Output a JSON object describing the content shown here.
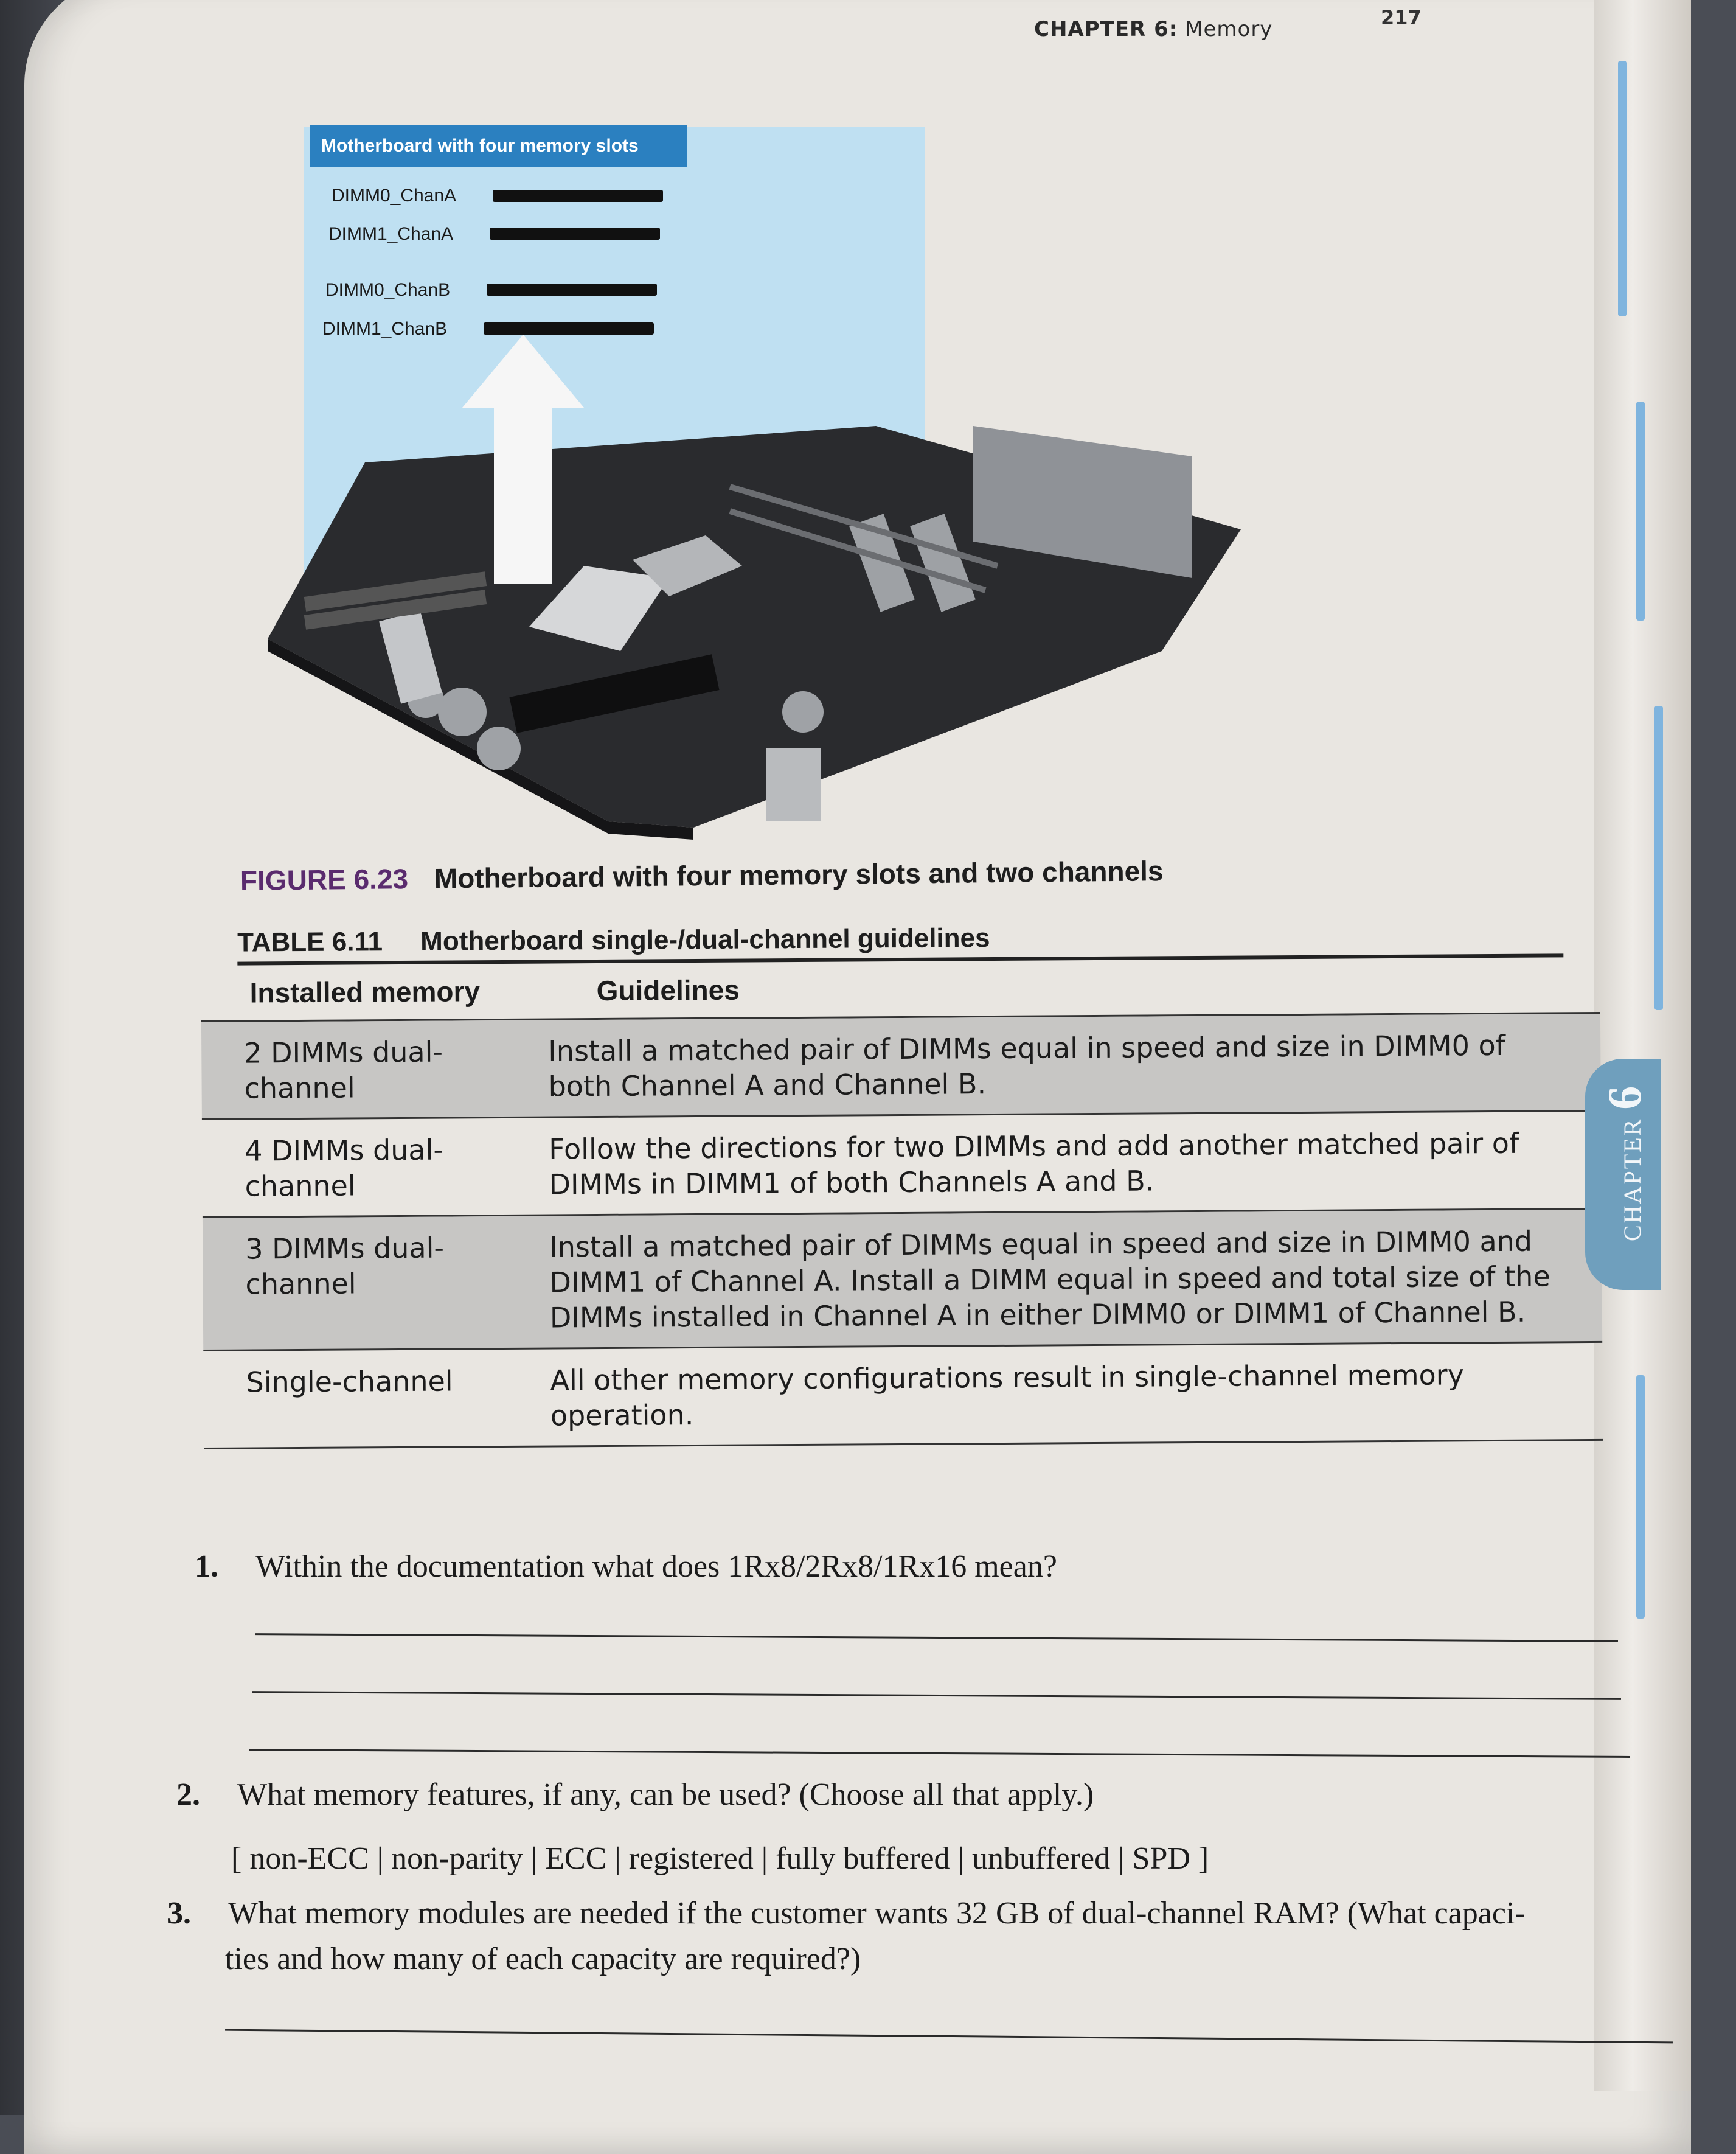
{
  "header": {
    "chapter_label": "CHAPTER 6:",
    "chapter_title": "Memory",
    "page_number": "217"
  },
  "figure": {
    "panel_title": "Motherboard with four memory slots",
    "slots": [
      "DIMM0_ChanA",
      "DIMM1_ChanA",
      "DIMM0_ChanB",
      "DIMM1_ChanB"
    ],
    "caption_number": "FIGURE 6.23",
    "caption_text": "Motherboard with four memory slots and two channels"
  },
  "table": {
    "number": "TABLE 6.11",
    "title": "Motherboard single-/dual-channel guidelines",
    "headers": [
      "Installed memory",
      "Guidelines"
    ],
    "rows": [
      {
        "installed": "2 DIMMs dual-channel",
        "guideline": "Install a matched pair of DIMMs equal in speed and size in DIMM0 of both Channel A and Channel B."
      },
      {
        "installed": "4 DIMMs dual-channel",
        "guideline": "Follow the directions for two DIMMs and add another matched pair of DIMMs in DIMM1 of both Channels A and B."
      },
      {
        "installed": "3 DIMMs dual-channel",
        "guideline": "Install a matched pair of DIMMs equal in speed and size in DIMM0 and DIMM1 of Channel A. Install a DIMM equal in speed and total size of the DIMMs installed in Channel A in either DIMM0 or DIMM1 of Channel B."
      },
      {
        "installed": "Single-channel",
        "guideline": "All other memory configurations result in single-channel memory operation."
      }
    ]
  },
  "questions": [
    {
      "number": "1.",
      "text": "Within the documentation what does 1Rx8/2Rx8/1Rx16 mean?"
    },
    {
      "number": "2.",
      "text": "What memory features, if any, can be used? (Choose all that apply.)",
      "options": "[ non-ECC | non-parity | ECC | registered | fully buffered | unbuffered | SPD ]"
    },
    {
      "number": "3.",
      "text": "What memory modules are needed if the customer wants 32 GB of dual-channel RAM? (What capaci-",
      "text_cont": "ties and how many of each capacity are required?)"
    }
  ],
  "chapter_tab": {
    "label": "CHAPTER",
    "number": "6"
  },
  "colors": {
    "page": "#e9e6e1",
    "panel": "#bfe0f2",
    "panel_title_bg": "#2b80c0",
    "table_shade": "#c7c6c4",
    "tab": "#6f9fbd",
    "figure_number": "#5a2b6e"
  }
}
